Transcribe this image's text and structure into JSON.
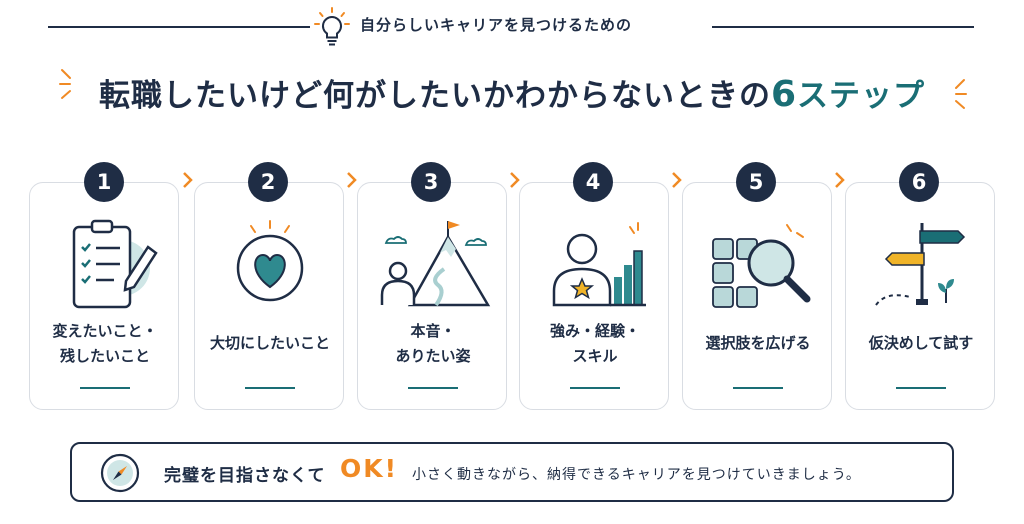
{
  "header": {
    "subtitle": "自分らしいキャリアを見つけるための",
    "title_main": "転職したいけど何がしたいかわからないときの",
    "title_num": "6",
    "title_accent": "ステップ"
  },
  "steps": [
    {
      "num": "1",
      "line1": "変えたいこと・",
      "line2": "残したいこと",
      "icon": "clipboard-checklist-icon"
    },
    {
      "num": "2",
      "line1": "大切にしたいこと",
      "line2": "",
      "icon": "heart-icon"
    },
    {
      "num": "3",
      "line1": "本音・",
      "line2": "ありたい姿",
      "icon": "mountain-flag-icon"
    },
    {
      "num": "4",
      "line1": "強み・経験・",
      "line2": "スキル",
      "icon": "person-bar-chart-icon"
    },
    {
      "num": "5",
      "line1": "選択肢を広げる",
      "line2": "",
      "icon": "magnifier-grid-icon"
    },
    {
      "num": "6",
      "line1": "仮決めして試す",
      "line2": "",
      "icon": "signpost-icon"
    }
  ],
  "footer": {
    "main": "完璧を目指さなくて",
    "ok": "OK!",
    "sub": "小さく動きながら、納得できるキャリアを見つけていきましょう。"
  },
  "colors": {
    "navy": "#1f2d45",
    "teal": "#1a6e75",
    "orange": "#f08a24",
    "light_teal": "#cfe6e6"
  }
}
